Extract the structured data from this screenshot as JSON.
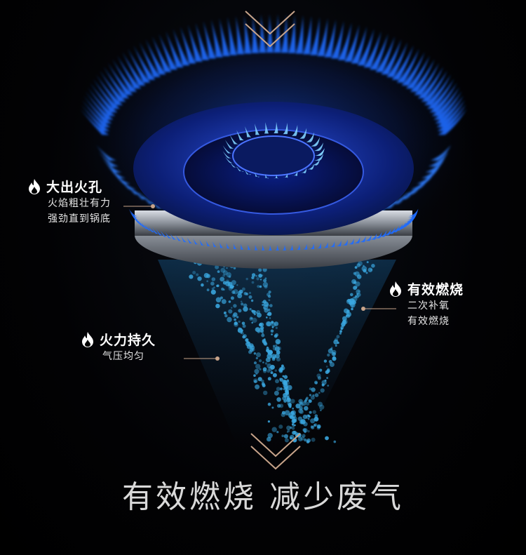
{
  "callouts": [
    {
      "title": "大出火孔",
      "lines": [
        "火焰粗壮有力",
        "强劲直到锅底"
      ]
    },
    {
      "title": "有效燃烧",
      "lines": [
        "二次补氧",
        "有效燃烧"
      ]
    },
    {
      "title": "火力持久",
      "lines": [
        "气压均匀"
      ]
    }
  ],
  "headline": "有效燃烧  减少废气",
  "colors": {
    "flame_blue": "#1e6bff",
    "flame_core": "#7fd0ff",
    "chevron": "#c8a48a",
    "particle": "#3aa7e0",
    "text": "#ffffff"
  },
  "icons": [
    "flame-icon",
    "chevron-down-icon"
  ]
}
